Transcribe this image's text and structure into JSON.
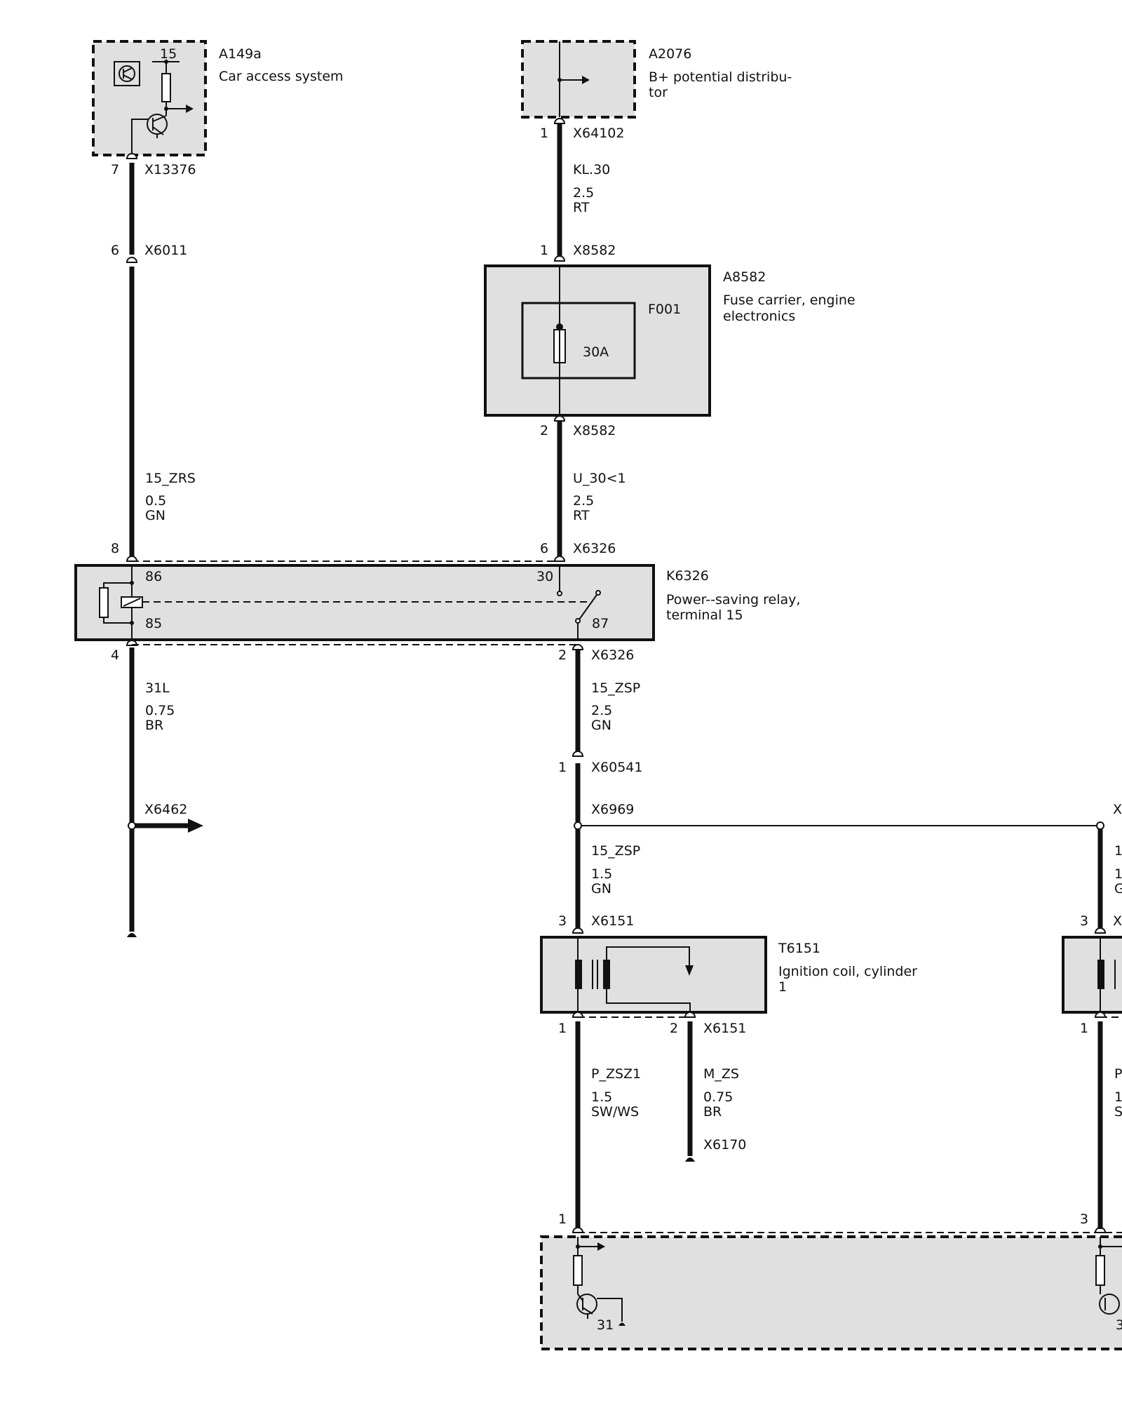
{
  "components": {
    "a149a": {
      "id": "A149a",
      "name": "Car access system",
      "terminal": "15"
    },
    "a2076": {
      "id": "A2076",
      "name_line1": "B+ potential distribu-",
      "name_line2": "tor"
    },
    "a8582": {
      "id": "A8582",
      "name_line1": "Fuse carrier, engine",
      "name_line2": " electronics",
      "fuse_id": "F001",
      "fuse_rating": "30A"
    },
    "k6326": {
      "id": "K6326",
      "name_line1": "Power--saving relay,",
      "name_line2": " terminal 15",
      "pin_86": "86",
      "pin_85": "85",
      "pin_30": "30",
      "pin_87": "87"
    },
    "t6151": {
      "id": "T6151",
      "name_line1": "Ignition coil, cylinder",
      "name_line2": " 1"
    },
    "ecu": {
      "ground_left": "31",
      "ground_right": "3"
    }
  },
  "connectors": {
    "x13376": {
      "pin": "7",
      "name": "X13376"
    },
    "x6011": {
      "pin": "6",
      "name": "X6011"
    },
    "x64102": {
      "pin": "1",
      "name": "X64102"
    },
    "x8582_in": {
      "pin": "1",
      "name": "X8582"
    },
    "x8582_out": {
      "pin": "2",
      "name": "X8582"
    },
    "x6326_a": {
      "pin": "8"
    },
    "x6326_b": {
      "pin": "6",
      "name": "X6326"
    },
    "x6326_c": {
      "pin": "4"
    },
    "x6326_d": {
      "pin": "2",
      "name": "X6326"
    },
    "x60541": {
      "pin": "1",
      "name": "X60541"
    },
    "x6462": {
      "name": "X6462"
    },
    "x6969": {
      "name": "X6969"
    },
    "x6969_right": {
      "name": "X"
    },
    "x6151_in": {
      "pin": "3",
      "name": "X6151"
    },
    "x6151_p1": {
      "pin": "1"
    },
    "x6151_p2": {
      "pin": "2",
      "name": "X6151"
    },
    "x6170": {
      "name": "X6170"
    },
    "ecu_in": {
      "pin": "1"
    },
    "right_a": {
      "pin": "3",
      "name": "X"
    },
    "right_b": {
      "pin": "1"
    },
    "right_c": {
      "pin": "3"
    }
  },
  "wires": {
    "kl30": {
      "signal": "KL.30",
      "size": "2.5",
      "color": "RT"
    },
    "u30": {
      "signal": "U_30<1",
      "size": "2.5",
      "color": "RT"
    },
    "zrs": {
      "signal": "15_ZRS",
      "size": "0.5",
      "color": "GN"
    },
    "l31": {
      "signal": "31L",
      "size": "0.75",
      "color": "BR"
    },
    "zsp_a": {
      "signal": "15_ZSP",
      "size": "2.5",
      "color": "GN"
    },
    "zsp_b": {
      "signal": "15_ZSP",
      "size": "1.5",
      "color": "GN"
    },
    "zsz1": {
      "signal": "P_ZSZ1",
      "size": "1.5",
      "color": "SW/WS"
    },
    "mzs": {
      "signal": "M_ZS",
      "size": "0.75",
      "color": "BR"
    },
    "right_b": {
      "size_a": "1",
      "size_b": "1",
      "color": "G"
    },
    "right_p": {
      "signal": "P",
      "size": "1",
      "color": "S"
    }
  }
}
